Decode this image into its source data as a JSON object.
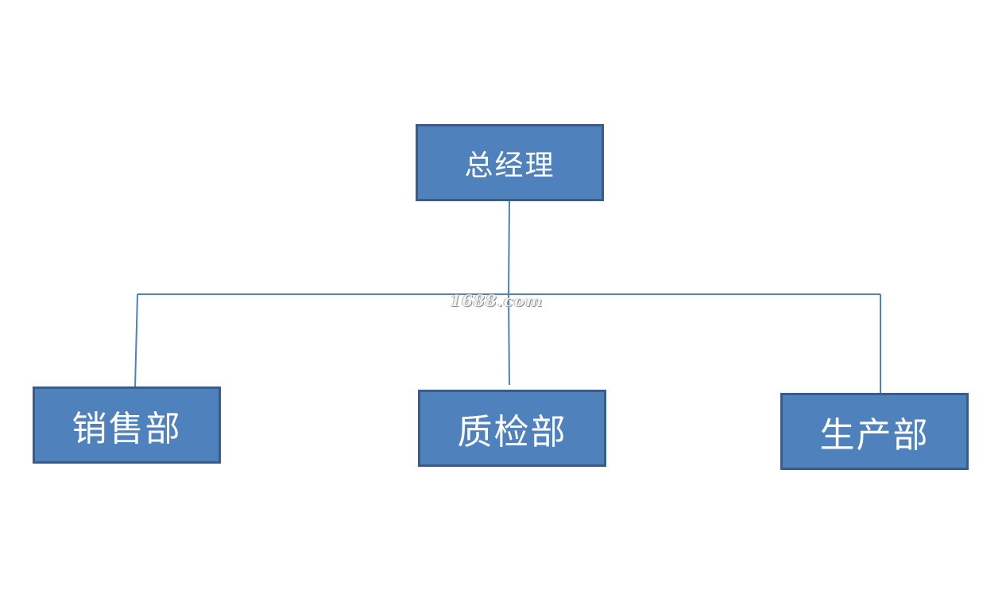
{
  "org_chart": {
    "root": {
      "label": "总经理"
    },
    "children": [
      {
        "label": "销售部"
      },
      {
        "label": "质检部"
      },
      {
        "label": "生产部"
      }
    ]
  },
  "watermark": {
    "text": "1688.com"
  },
  "colors": {
    "box_fill": "#4f81bd",
    "box_border": "#385d8a",
    "connector": "#4f81bd",
    "text": "#ffffff"
  }
}
